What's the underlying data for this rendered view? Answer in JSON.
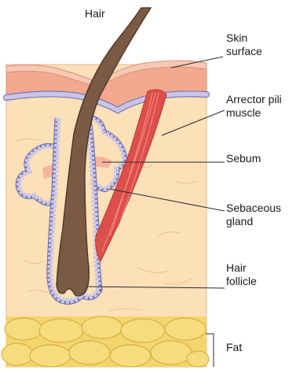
{
  "labels": {
    "hair": "Hair",
    "skin_surface_1": "Skin",
    "skin_surface_2": "surface",
    "arrector_1": "Arrector pili",
    "arrector_2": "muscle",
    "sebum": "Sebum",
    "sebaceous_1": "Sebaceous",
    "sebaceous_2": "gland",
    "follicle_1": "Hair",
    "follicle_2": "follicle",
    "fat": "Fat"
  },
  "colors": {
    "dermis": "#fbe0b8",
    "epidermis": "#f3a98f",
    "stratum_corneum": "#f7c8b3",
    "follicle_sheath": "#b9b6df",
    "hair": "#7a5a44",
    "muscle": "#dd4f4a",
    "sebum": "#f6b59a",
    "fat": "#f4d46c"
  }
}
